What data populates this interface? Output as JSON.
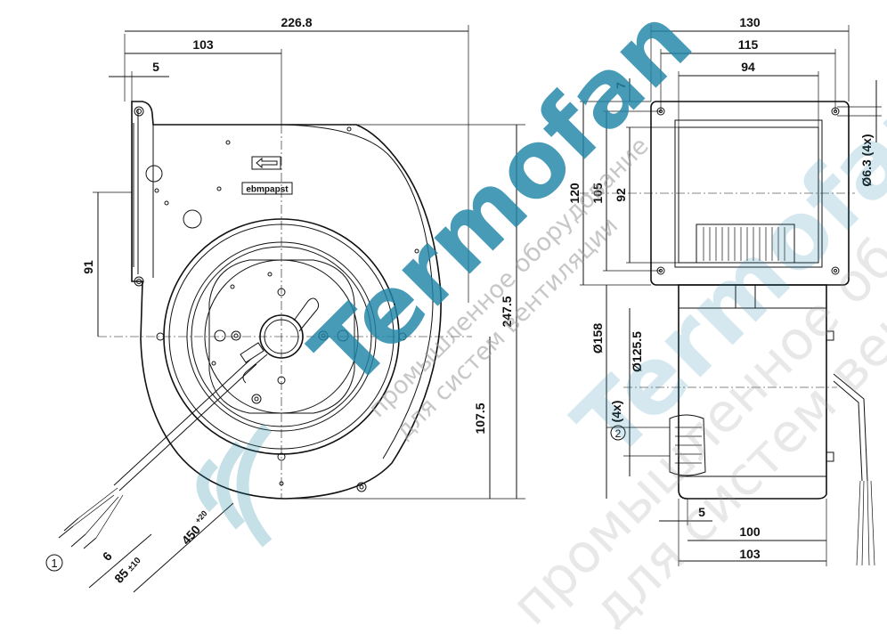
{
  "drawing": {
    "front_view": {
      "dims": {
        "total_width": "226.8",
        "hub_offset": "103",
        "flange_offset": "5",
        "outlet_height": "91",
        "total_height": "247.5",
        "hub_height": "107.5",
        "cable_length": "450",
        "cable_length_tol": "+20",
        "strip_length": "6",
        "lead_length": "85",
        "lead_length_tol": "±10",
        "callout_1": "1"
      },
      "nameplate": "ebmpapst"
    },
    "side_view": {
      "dims": {
        "overall_width": "130",
        "hole_spacing": "115",
        "outlet_width": "94",
        "flange_thickness": "7",
        "flange_height": "120",
        "hole_spacing_v": "105",
        "outlet_height": "92",
        "hole_diameter": "Ø6.3 (4x)",
        "housing_diameter": "Ø158",
        "motor_diameter": "Ø125.5",
        "callout_2": "2",
        "callout_2_count": "(4x)",
        "offset_5": "5",
        "depth_100": "100",
        "depth_103": "103"
      }
    }
  },
  "watermark": {
    "brand": "Termofan",
    "line1": "промышленное оборудование",
    "line2": "для систем вентиляции",
    "brand_color": "#1f86a8"
  }
}
